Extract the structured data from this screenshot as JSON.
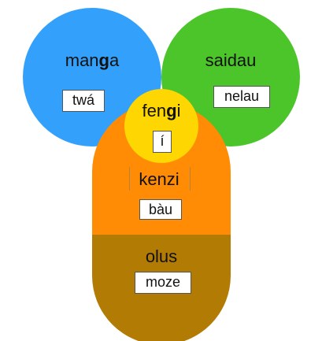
{
  "colors": {
    "manga": "#33a1fb",
    "saidau": "#4cc52a",
    "fengi": "#fed602",
    "kenzi": "#ff8c04",
    "olus": "#b27b04"
  },
  "nodes": {
    "manga": {
      "word_plain": "man",
      "word_bold": "g",
      "word_rest": "a",
      "gloss": "twá"
    },
    "saidau": {
      "word": "saidau",
      "gloss": "nelau"
    },
    "fengi": {
      "word_plain": "fen",
      "word_bold": "g",
      "word_rest": "i",
      "gloss": "í"
    },
    "kenzi": {
      "word": "kenzi",
      "gloss": "bàu"
    },
    "olus": {
      "word": "olus",
      "gloss": "moze"
    }
  }
}
